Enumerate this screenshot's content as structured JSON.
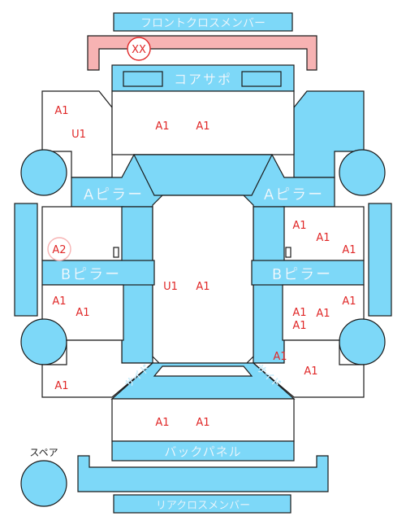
{
  "labels": {
    "front_cross_member": "フロントクロスメンバー",
    "core_support": "コアサポ",
    "a_pillar": "Aピラー",
    "b_pillar": "Bピラー",
    "back_panel": "バックパネル",
    "rear_cross_member": "リアクロスメンバー",
    "spare": "スペア",
    "left_side_rear": "サイド",
    "right_side_rear": "サイド"
  },
  "marks": {
    "xx": "XX",
    "a2": "A2"
  },
  "grades": {
    "fl_a1": "A1",
    "fl_u1": "U1",
    "hood_a1_1": "A1",
    "hood_a1_2": "A1",
    "rfd_a1_1": "A1",
    "rfd_a1_2": "A1",
    "rfd_a1_3": "A1",
    "roof_u1": "U1",
    "roof_a1": "A1",
    "lrd_a1_1": "A1",
    "lrd_a1_2": "A1",
    "rrd_a1_1": "A1",
    "rrd_a1_2": "A1",
    "rrd_a1_3": "A1",
    "rr_a1_1": "A1",
    "rr_a1_2": "A1",
    "lrq_a1": "A1",
    "trunk_a1_1": "A1",
    "trunk_a1_2": "A1"
  },
  "colors": {
    "panel": "#7dd8f8",
    "highlight": "#f7b3b3",
    "grade": "#e02828"
  }
}
